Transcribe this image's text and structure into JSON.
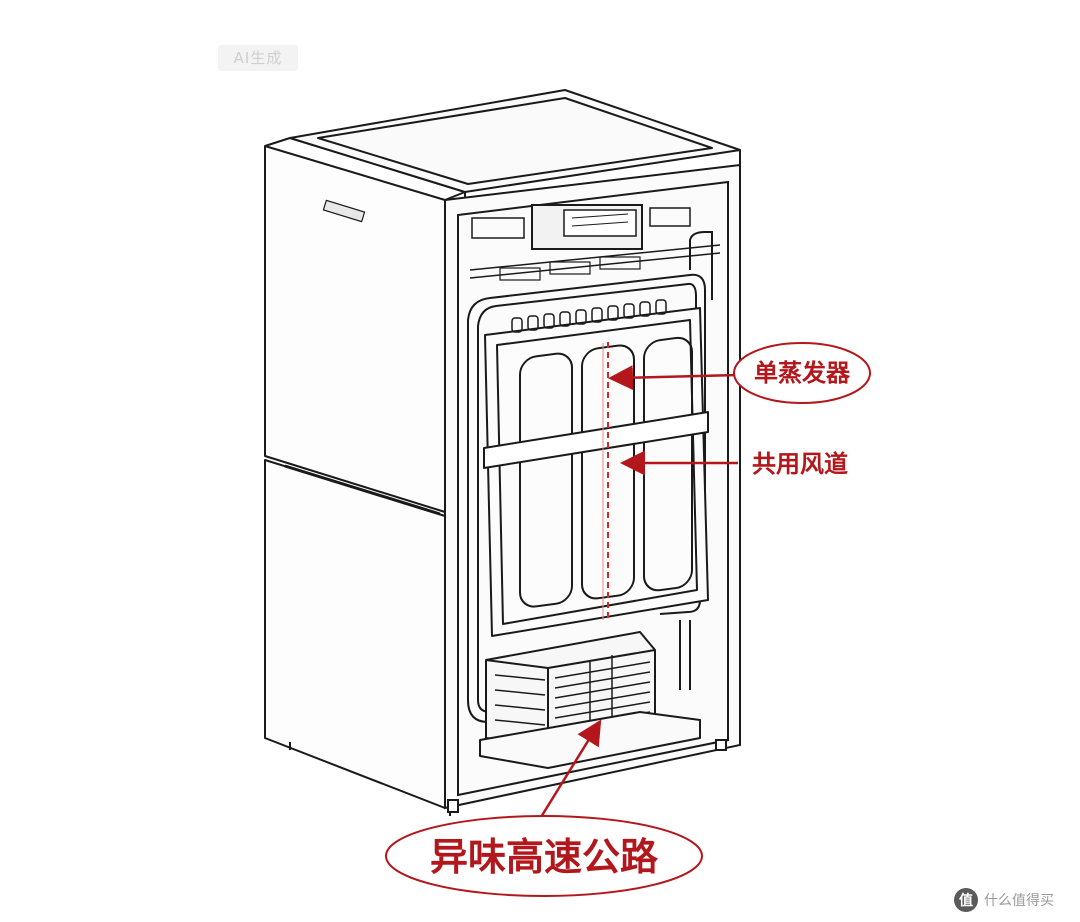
{
  "badge": {
    "text": "AI生成"
  },
  "labels": {
    "evaporator": "单蒸发器",
    "shared_duct": "共用风道",
    "odor_highway": "异味高速公路"
  },
  "watermark": {
    "logo_text": "值",
    "text": "什么值得买"
  },
  "colors": {
    "annotation_red": "#b3171b",
    "line_art": "#1a1a1a",
    "panel_gray": "#eeeeee",
    "background": "#ffffff"
  }
}
